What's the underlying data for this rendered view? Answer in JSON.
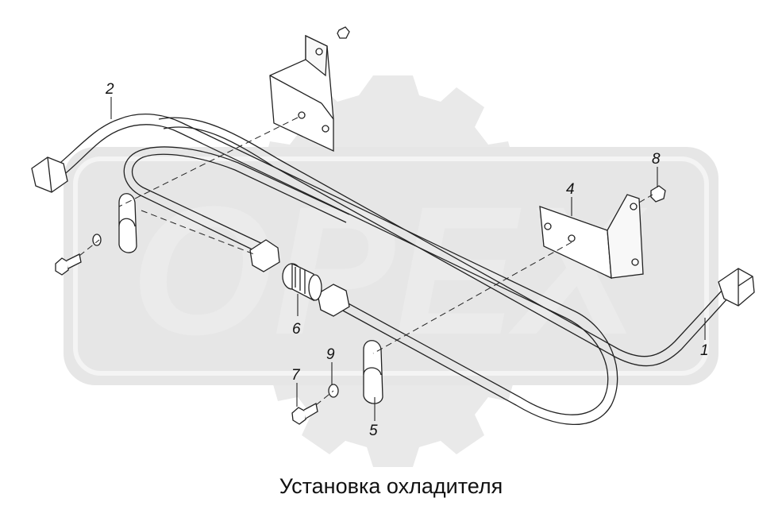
{
  "caption": "Установка охладителя",
  "watermark": {
    "text": "OPEX",
    "color": "#e6e6e6"
  },
  "callouts": [
    {
      "id": "1",
      "label": "1"
    },
    {
      "id": "2",
      "label": "2"
    },
    {
      "id": "4",
      "label": "4"
    },
    {
      "id": "5",
      "label": "5"
    },
    {
      "id": "6",
      "label": "6"
    },
    {
      "id": "7",
      "label": "7"
    },
    {
      "id": "8",
      "label": "8"
    },
    {
      "id": "9",
      "label": "9"
    }
  ]
}
